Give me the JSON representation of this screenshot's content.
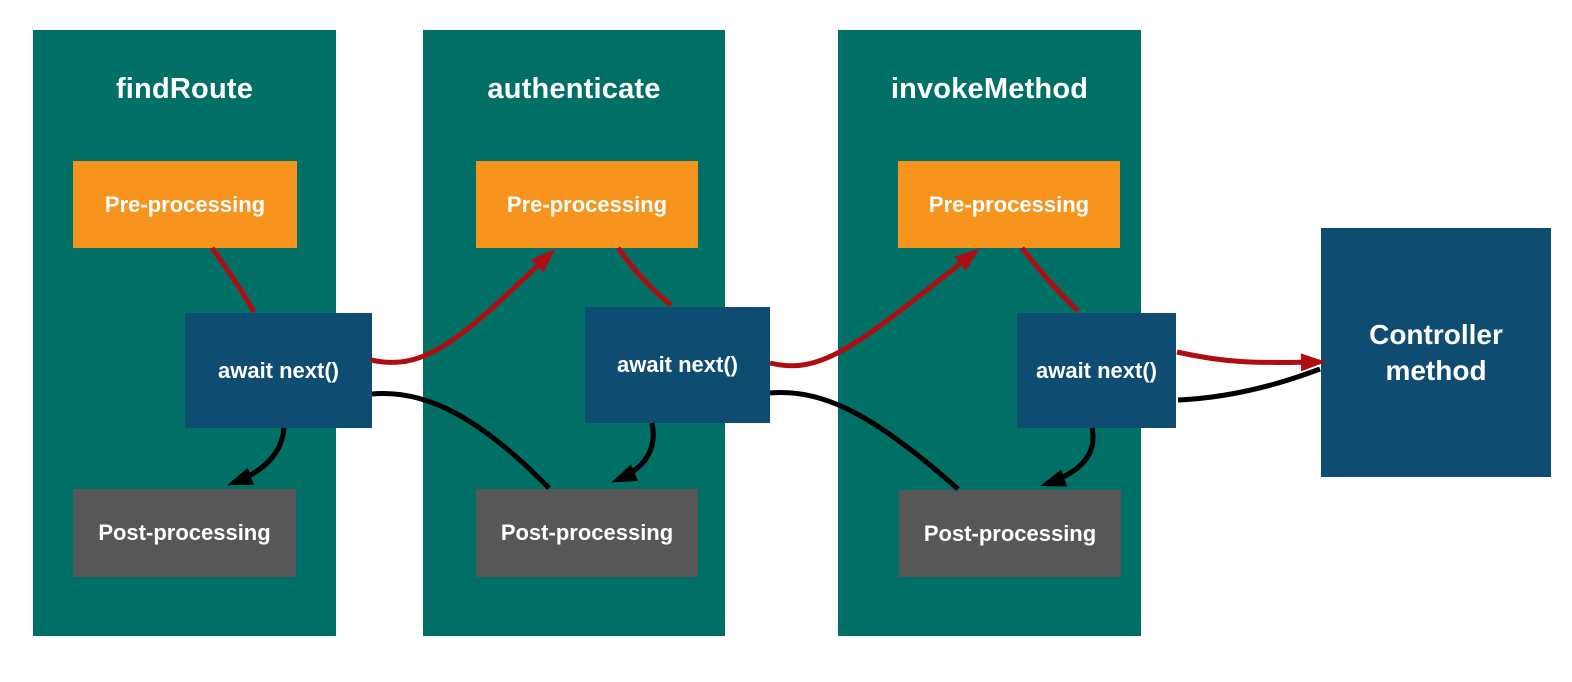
{
  "diagram": {
    "panels": [
      {
        "title": "findRoute",
        "pre_label": "Pre-processing",
        "await_label": "await next()",
        "post_label": "Post-processing"
      },
      {
        "title": "authenticate",
        "pre_label": "Pre-processing",
        "await_label": "await next()",
        "post_label": "Post-processing"
      },
      {
        "title": "invokeMethod",
        "pre_label": "Pre-processing",
        "await_label": "await next()",
        "post_label": "Post-processing"
      }
    ],
    "controller": {
      "label": "Controller method"
    },
    "colors": {
      "panel": "#007067",
      "pre": "#F7941E",
      "await": "#0E4C72",
      "post": "#575757",
      "downstream": "#AE0D11",
      "upstream": "#000000",
      "text": "#FFFFFF",
      "background": "#FFFFFF"
    },
    "arrows": [
      {
        "from": "pre-processing-1",
        "to": "await-next-1",
        "color": "red",
        "arrowhead": false
      },
      {
        "from": "await-next-1",
        "to": "pre-processing-2",
        "color": "red",
        "arrowhead": true
      },
      {
        "from": "pre-processing-2",
        "to": "await-next-2",
        "color": "red",
        "arrowhead": false
      },
      {
        "from": "await-next-2",
        "to": "pre-processing-3",
        "color": "red",
        "arrowhead": true
      },
      {
        "from": "pre-processing-3",
        "to": "await-next-3",
        "color": "red",
        "arrowhead": false
      },
      {
        "from": "await-next-3",
        "to": "controller-method",
        "color": "red",
        "arrowhead": true
      },
      {
        "from": "await-next-1",
        "to": "post-processing-1",
        "color": "black",
        "arrowhead": true
      },
      {
        "from": "await-next-1",
        "to": "post-processing-2",
        "color": "black",
        "arrowhead": false
      },
      {
        "from": "await-next-2",
        "to": "post-processing-2",
        "color": "black",
        "arrowhead": true
      },
      {
        "from": "await-next-2",
        "to": "post-processing-3",
        "color": "black",
        "arrowhead": false
      },
      {
        "from": "await-next-3",
        "to": "post-processing-3",
        "color": "black",
        "arrowhead": true
      },
      {
        "from": "controller-method",
        "to": "await-next-3",
        "color": "black",
        "arrowhead": false
      }
    ]
  }
}
